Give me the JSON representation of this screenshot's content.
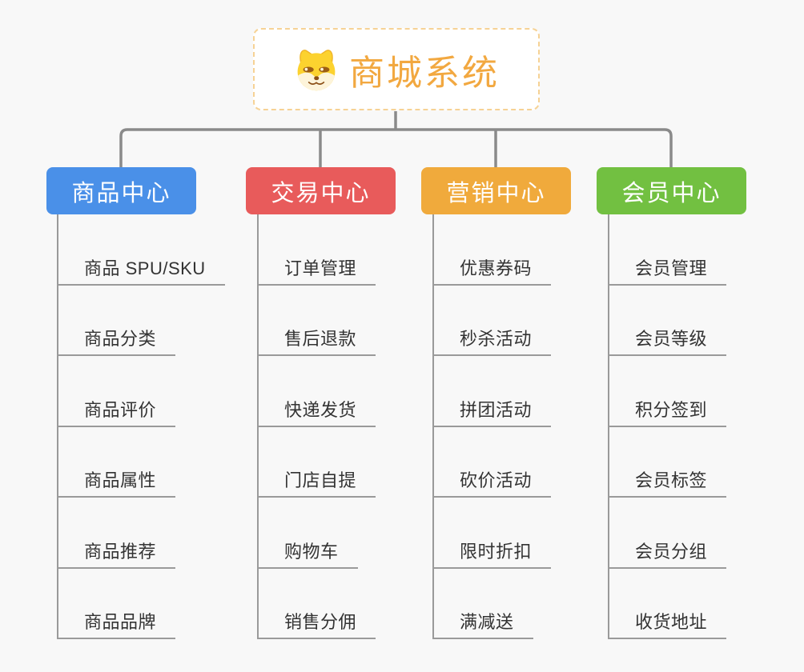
{
  "root": {
    "title": "商城系统",
    "icon": "doge-icon"
  },
  "colors": {
    "background": "#f8f8f8",
    "root_accent": "#f2a840",
    "root_border": "#f6d295",
    "connector": "#8a8a8a",
    "leaf_line": "#9a9a9a",
    "leaf_text": "#333333"
  },
  "branches": [
    {
      "label": "商品中心",
      "color": "#4a90e8",
      "items": [
        "商品 SPU/SKU",
        "商品分类",
        "商品评价",
        "商品属性",
        "商品推荐",
        "商品品牌"
      ]
    },
    {
      "label": "交易中心",
      "color": "#e85b5b",
      "items": [
        "订单管理",
        "售后退款",
        "快递发货",
        "门店自提",
        "购物车",
        "销售分佣"
      ]
    },
    {
      "label": "营销中心",
      "color": "#f0aa3c",
      "items": [
        "优惠券码",
        "秒杀活动",
        "拼团活动",
        "砍价活动",
        "限时折扣",
        "满减送"
      ]
    },
    {
      "label": "会员中心",
      "color": "#72c041",
      "items": [
        "会员管理",
        "会员等级",
        "积分签到",
        "会员标签",
        "会员分组",
        "收货地址"
      ]
    }
  ]
}
